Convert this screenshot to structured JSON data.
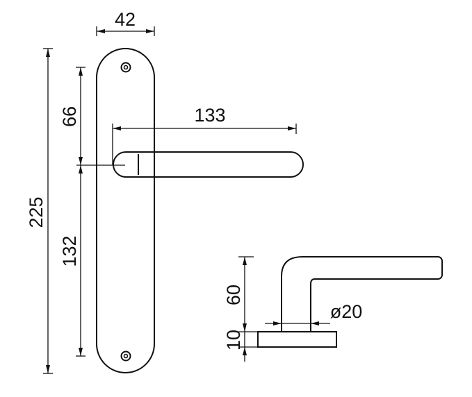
{
  "dimensions": {
    "plate_width": "42",
    "lever_length": "133",
    "upper_offset": "66",
    "total_height": "225",
    "lower_offset": "132",
    "rose_projection": "60",
    "rose_thickness": "10",
    "lever_diameter": "ø20"
  }
}
